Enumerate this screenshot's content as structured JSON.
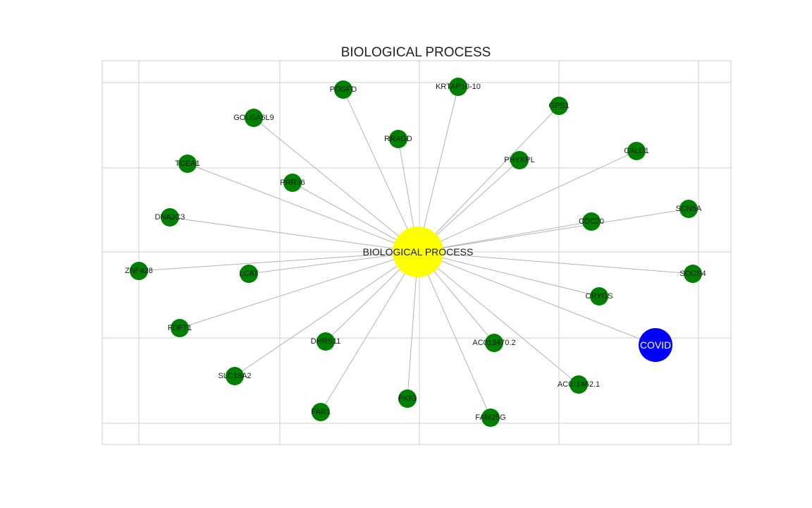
{
  "title": "BIOLOGICAL PROCESS",
  "colors": {
    "hub": "#ffff00",
    "gene": "#008000",
    "covid": "#0000ff",
    "edge": "#b3b3b3",
    "grid": "#cfcfcf",
    "frame": "#cccccc",
    "label": "#1a1a1a",
    "covid_label": "#ffffff"
  },
  "hub": {
    "id": "hub",
    "label": "BIOLOGICAL PROCESS"
  },
  "covid": {
    "id": "covid",
    "label": "COVID"
  },
  "genes": [
    {
      "id": "pdgfd",
      "label": "PDGFD"
    },
    {
      "id": "krtap10-10",
      "label": "KRTAP10-10"
    },
    {
      "id": "gps1",
      "label": "GPS1"
    },
    {
      "id": "golga6l9",
      "label": "GOLGA6L9"
    },
    {
      "id": "rragd",
      "label": "RRAGD"
    },
    {
      "id": "tcea1",
      "label": "TCEA1"
    },
    {
      "id": "phykpl",
      "label": "PHYKPL"
    },
    {
      "id": "caldi",
      "label": "CALD1"
    },
    {
      "id": "prrt6",
      "label": "PRR36"
    },
    {
      "id": "dnajc3",
      "label": "DNAJC3"
    },
    {
      "id": "scn5a",
      "label": "SCN5A"
    },
    {
      "id": "cdc20",
      "label": "CDC20"
    },
    {
      "id": "znf428",
      "label": "ZNF428"
    },
    {
      "id": "lcat",
      "label": "LCAT"
    },
    {
      "id": "socs4",
      "label": "SOCS4"
    },
    {
      "id": "crygs",
      "label": "CRYGS"
    },
    {
      "id": "fdft1",
      "label": "FDFT1"
    },
    {
      "id": "dhrs11",
      "label": "DHRS11"
    },
    {
      "id": "ac013470",
      "label": "AC013470.2"
    },
    {
      "id": "slc18a2",
      "label": "SLC18A2"
    },
    {
      "id": "ac011462",
      "label": "AC011462.1"
    },
    {
      "id": "pkig",
      "label": "PKIG"
    },
    {
      "id": "far1",
      "label": "FAR1"
    },
    {
      "id": "fam25g",
      "label": "FAM25G"
    }
  ]
}
